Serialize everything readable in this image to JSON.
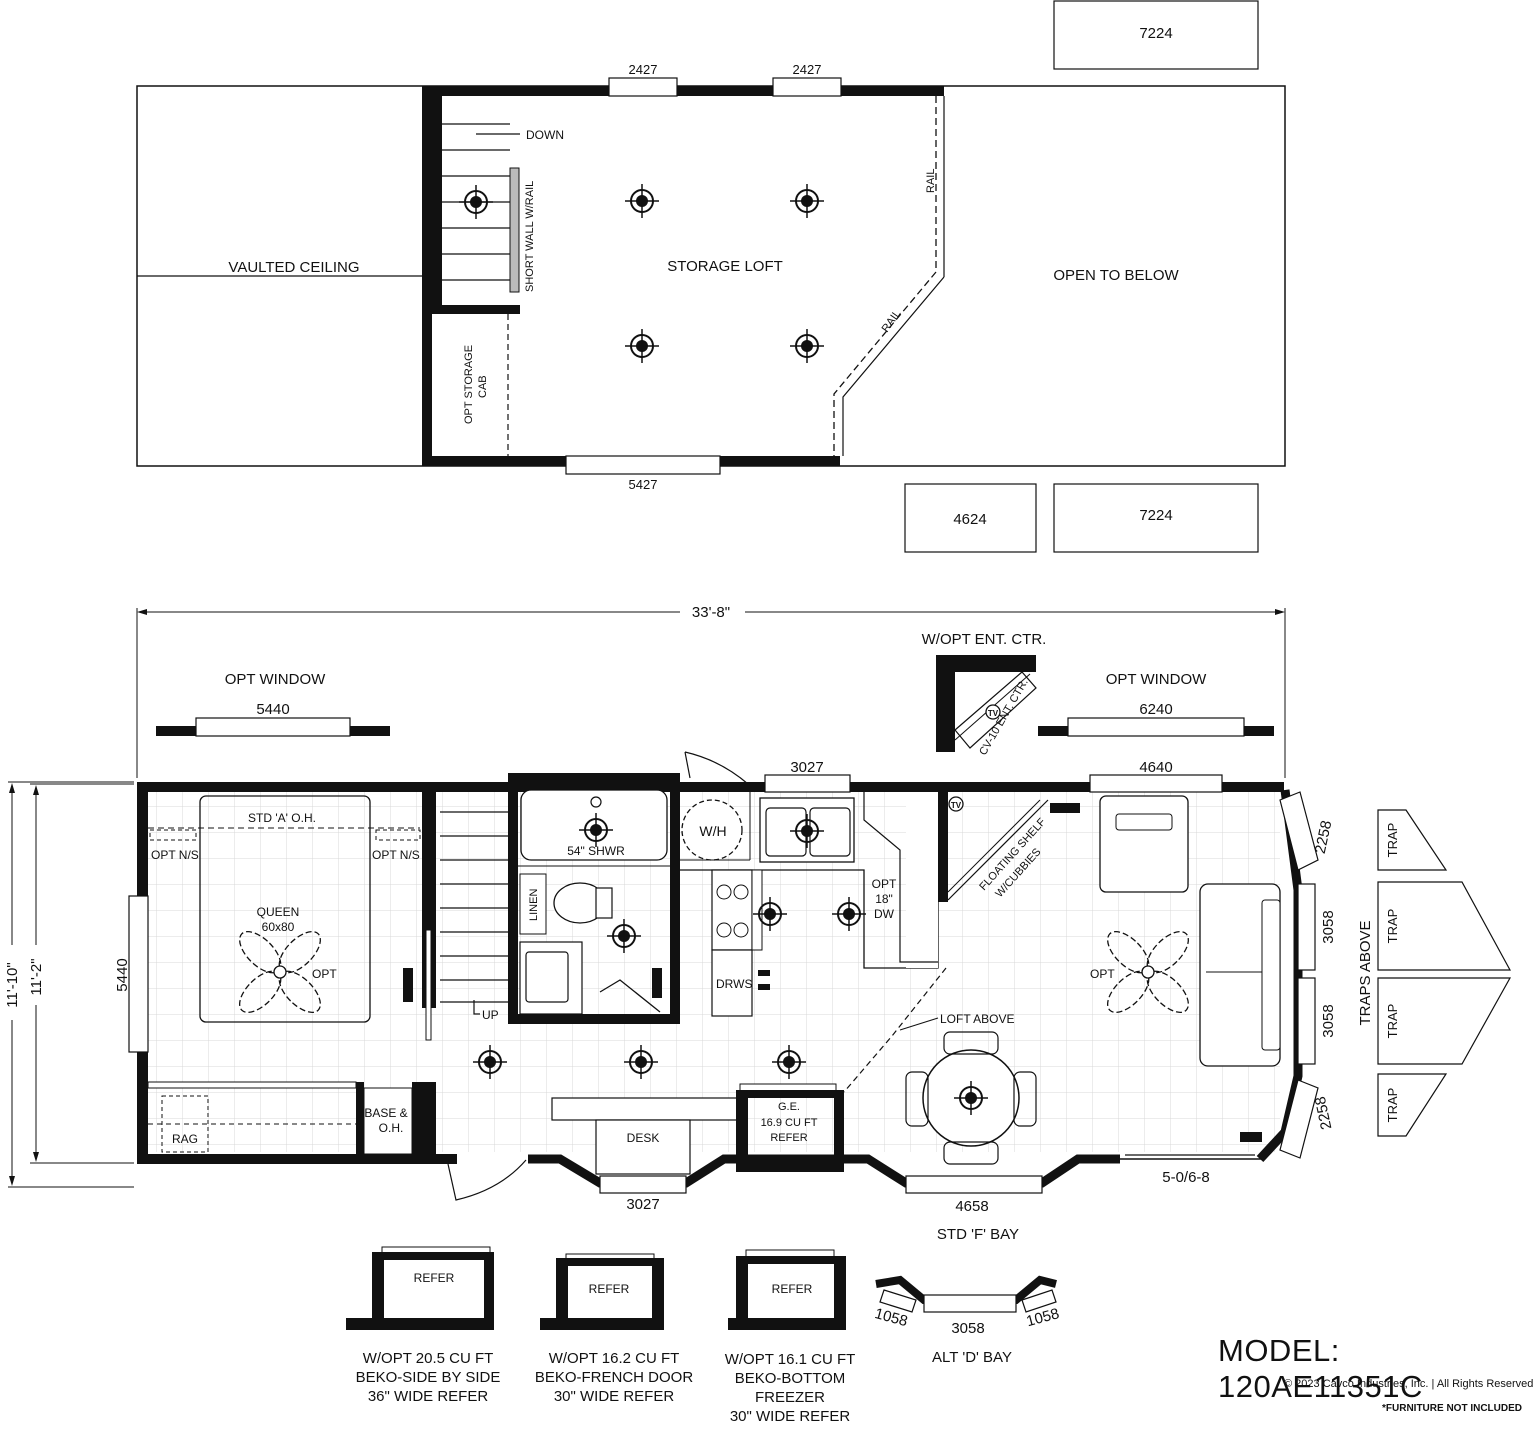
{
  "loft": {
    "window_top_left": "2427",
    "window_top_right": "2427",
    "window_bottom": "5427",
    "down": "DOWN",
    "short_wall": "SHORT WALL W/RAIL",
    "vaulted": "VAULTED CEILING",
    "storage_loft": "STORAGE LOFT",
    "rail_1": "RAIL",
    "rail_2": "RAIL",
    "opt_storage_cab_1": "OPT STORAGE",
    "opt_storage_cab_2": "CAB",
    "open_below": "OPEN TO BELOW",
    "box_top": "7224",
    "box_bottom_left": "4624",
    "box_bottom_right": "7224"
  },
  "floor": {
    "overall_length": "33'-8\"",
    "opt_window_left": "OPT WINDOW",
    "opt_window_left_code": "5440",
    "opt_window_right": "OPT WINDOW",
    "opt_window_right_code": "6240",
    "ent_ctr": "W/OPT ENT. CTR.",
    "cv10": "CV-10 ENT. CTR.",
    "tv": "TV",
    "tv2": "TV",
    "dim_11_10": "11'-10\"",
    "dim_11_2": "11'-2\"",
    "side_window": "5440",
    "std_oh": "STD 'A' O.H.",
    "opt_ns_left": "OPT N/S",
    "opt_ns_right": "OPT N/S",
    "queen_1": "QUEEN",
    "queen_2": "60x80",
    "opt_fan_bed": "OPT",
    "rag": "RAG",
    "base_oh_1": "BASE &",
    "base_oh_2": "O.H.",
    "up": "UP",
    "shower": "54\" SHWR",
    "linen": "LINEN",
    "wh": "W/H",
    "drws": "DRWS",
    "window_kitchen": "3027",
    "opt_dw_1": "OPT",
    "opt_dw_2": "18\"",
    "opt_dw_3": "DW",
    "floating_1": "FLOATING SHELF",
    "floating_2": "W/CUBBIES",
    "window_living": "4640",
    "win_2258_top": "2258",
    "win_3058_top": "3058",
    "win_3058_bot": "3058",
    "win_2258_bot": "2258",
    "opt_fan_living": "OPT",
    "loft_above": "LOFT ABOVE",
    "desk": "DESK",
    "refer_1": "G.E.",
    "refer_2": "16.9 CU FT",
    "refer_3": "REFER",
    "window_bay_left": "3027",
    "window_bay_right": "4658",
    "std_f_bay": "STD 'F' BAY",
    "sliding_door": "5-0/6-8",
    "traps_above": "TRAPS ABOVE",
    "trap_1": "TRAP",
    "trap_2": "TRAP",
    "trap_3": "TRAP",
    "trap_4": "TRAP"
  },
  "options": [
    {
      "box": "REFER",
      "line1": "W/OPT 20.5 CU FT",
      "line2": "BEKO-SIDE BY SIDE",
      "line3": "36\" WIDE REFER",
      "line4": ""
    },
    {
      "box": "REFER",
      "line1": "W/OPT 16.2 CU FT",
      "line2": "BEKO-FRENCH DOOR",
      "line3": "30\" WIDE REFER",
      "line4": ""
    },
    {
      "box": "REFER",
      "line1": "W/OPT 16.1 CU FT",
      "line2": "BEKO-BOTTOM",
      "line3": "FREEZER",
      "line4": "30\" WIDE REFER"
    }
  ],
  "alt_bay": {
    "left": "1058",
    "center": "3058",
    "right": "1058",
    "label": "ALT 'D' BAY"
  },
  "model": "MODEL: 120AE11351C",
  "copyright": "© 2023 Cavco Industries, Inc. | All Rights Reserved",
  "furniture_note": "*FURNITURE NOT INCLUDED"
}
